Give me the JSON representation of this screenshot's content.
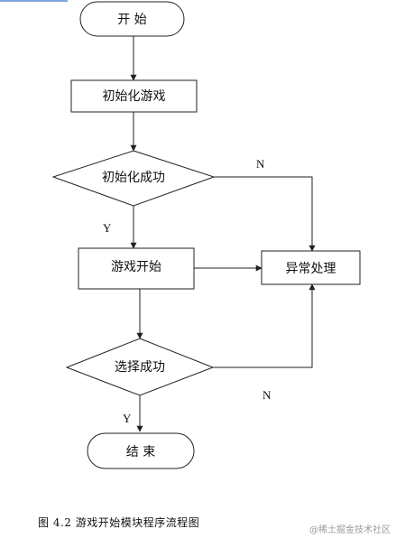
{
  "nodes": {
    "start": "开 始",
    "init_game": "初始化游戏",
    "init_success": "初始化成功",
    "game_start": "游戏开始",
    "exception": "异常处理",
    "select_success": "选择成功",
    "end": "结 束"
  },
  "edges": {
    "init_no": "N",
    "init_yes": "Y",
    "select_no": "N",
    "select_yes": "Y"
  },
  "caption": "图 4.2 游戏开始模块程序流程图",
  "watermark": "@稀土掘金技术社区"
}
